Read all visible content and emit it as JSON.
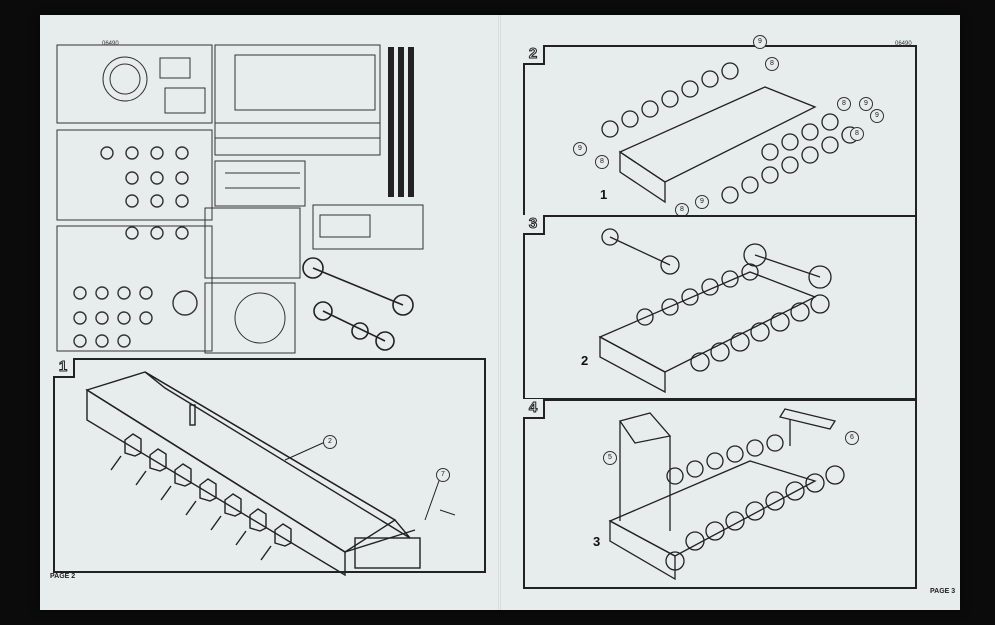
{
  "left_page": {
    "catalog_no": "06490",
    "page_label": "PAGE 2",
    "step": {
      "number": "1",
      "callouts": [
        "2",
        "7"
      ]
    }
  },
  "right_page": {
    "catalog_no": "06490",
    "page_label": "PAGE 3",
    "steps": [
      {
        "number": "2",
        "sub_label": "1",
        "callouts": [
          "9",
          "8",
          "9",
          "8",
          "8",
          "9",
          "9",
          "8",
          "8",
          "9"
        ]
      },
      {
        "number": "3",
        "sub_label": "2"
      },
      {
        "number": "4",
        "sub_label": "3",
        "callouts": [
          "5",
          "6"
        ]
      }
    ]
  },
  "colors": {
    "paper": "#e7ecec",
    "ink": "#222222",
    "background": "#0b0b0b"
  }
}
